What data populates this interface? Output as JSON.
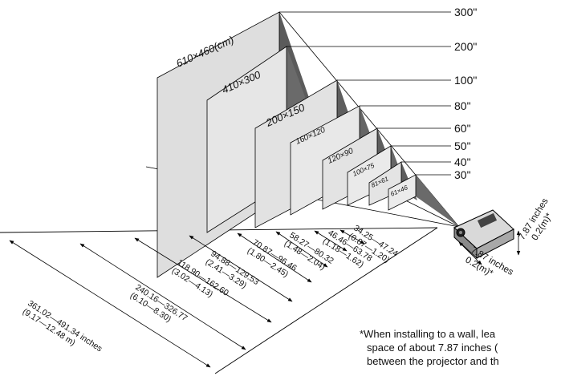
{
  "screens": [
    {
      "diagonal": "300\"",
      "dims": "610×460(cm)"
    },
    {
      "diagonal": "200\"",
      "dims": "410×300"
    },
    {
      "diagonal": "100\"",
      "dims": "200×150"
    },
    {
      "diagonal": "80\"",
      "dims": "160×120"
    },
    {
      "diagonal": "60\"",
      "dims": "120×90"
    },
    {
      "diagonal": "50\"",
      "dims": "100×75"
    },
    {
      "diagonal": "40\"",
      "dims": "81×61"
    },
    {
      "diagonal": "30\"",
      "dims": "61×46"
    }
  ],
  "distances": [
    {
      "inches": "361.02—491.34 inches",
      "meters": "(9.17—12.48 m)"
    },
    {
      "inches": "240.16—326.77",
      "meters": "(6.10—8.30)"
    },
    {
      "inches": "118.90—162.60",
      "meters": "(3.02—4.13)"
    },
    {
      "inches": "94.88—129.53",
      "meters": "(2.41—3.29)"
    },
    {
      "inches": "70.87—96.46",
      "meters": "(1.80—2.45)"
    },
    {
      "inches": "58.27—80.32",
      "meters": "(1.48—2.04)"
    },
    {
      "inches": "46.46—63.78",
      "meters": "(1.18—1.62)"
    },
    {
      "inches": "34.25—47.24",
      "meters": "(0.87—1.20)"
    }
  ],
  "clearance": {
    "front_inches": "7.87 inches",
    "front_meters": "0.2(m)*",
    "side_inches": "7.87 inches",
    "side_meters": "0.2(m)*"
  },
  "note": {
    "line1": "*When installing to a wall, lea",
    "line2": "space of about 7.87 inches (",
    "line3": "between the projector and th"
  }
}
